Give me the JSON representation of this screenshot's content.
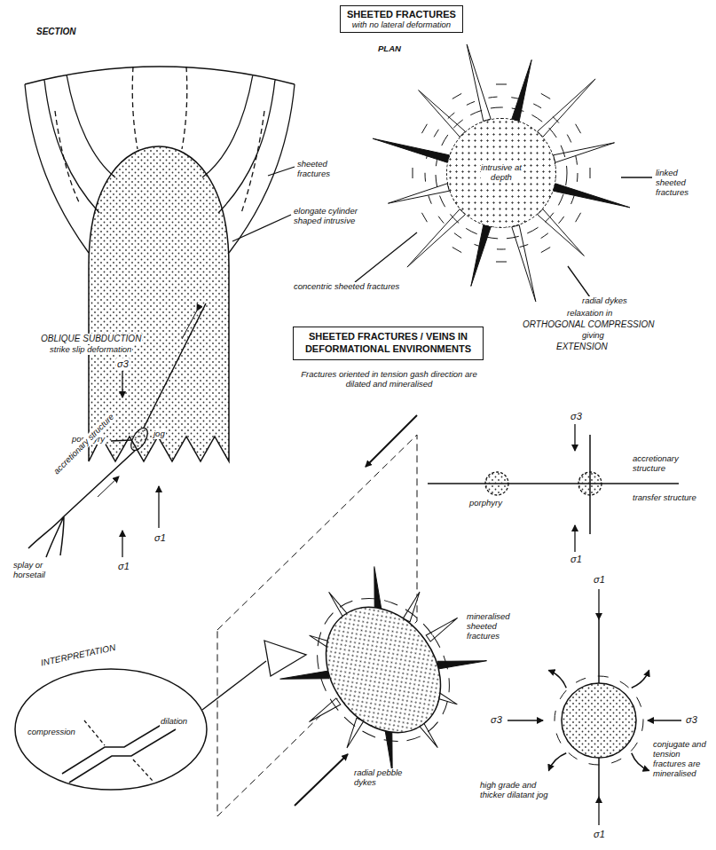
{
  "diagram": {
    "nodes": [
      {
        "text": [
          "SHEETED FRACTURES",
          "with no lateral deformation"
        ]
      },
      {
        "text": [
          "intrusive at depth"
        ]
      },
      {
        "text": [
          "SHEETED FRACTURES / VEINS IN DEFORMATIONAL ENVIRONMENTS"
        ]
      }
    ],
    "labels": [
      "SECTION",
      "PLAN",
      "sheeted fractures",
      "elongate cylinder shaped intrusive",
      "σ1",
      "linked sheeted fractures",
      "concentric sheeted fractures",
      "radial dykes",
      "OBLIQUE SUBDUCTION",
      "strike slip deformation",
      "σ3",
      "porphyry",
      "jog",
      "accretionary structure",
      "σ1",
      "splay or horsetail",
      "Fractures oriented in tension gash direction are dilated and mineralised",
      "relaxation in",
      "ORTHOGONAL COMPRESSION",
      "giving",
      "EXTENSION",
      "σ3",
      "porphyry",
      "accretionary structure",
      "transfer structure",
      "σ1",
      "INTERPRETATION",
      "compression",
      "dilation",
      "mineralised sheeted fractures",
      "radial pebble dykes",
      "σ1",
      "σ3",
      "σ3",
      "conjugate and tension fractures are mineralised",
      "high grade and thicker dilatant jog",
      "σ1"
    ]
  }
}
